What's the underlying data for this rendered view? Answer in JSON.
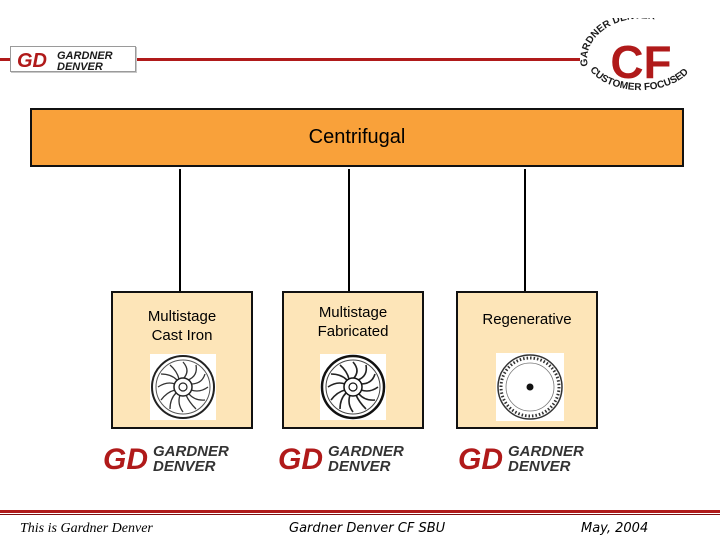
{
  "header": {
    "logo_line1": "GARDNER",
    "logo_line2": "DENVER",
    "logo_mark": "GD",
    "seal_center": "CF",
    "seal_arc_top": "GARDNER DENVER",
    "seal_arc_bottom": "CUSTOMER FOCUSED"
  },
  "diagram": {
    "root": {
      "label": "Centrifugal"
    },
    "children": [
      {
        "label_line1": "Multistage",
        "label_line2": "Cast Iron",
        "icon": "impeller-icon"
      },
      {
        "label_line1": "Multistage",
        "label_line2": "Fabricated",
        "icon": "impeller-icon"
      },
      {
        "label_line1": "Regenerative",
        "label_line2": "",
        "icon": "regenerative-impeller-icon"
      }
    ]
  },
  "bottom_logos": [
    {
      "mark": "GD",
      "line1": "GARDNER",
      "line2": "DENVER"
    },
    {
      "mark": "GD",
      "line1": "GARDNER",
      "line2": "DENVER"
    },
    {
      "mark": "GD",
      "line1": "GARDNER",
      "line2": "DENVER"
    }
  ],
  "footer": {
    "left": "This is Gardner  Denver",
    "center": "Gardner Denver CF SBU",
    "right": "May, 2004"
  },
  "colors": {
    "brand_red": "#b01a1a",
    "root_fill": "#f9a13a",
    "child_fill": "#fde5b8"
  }
}
